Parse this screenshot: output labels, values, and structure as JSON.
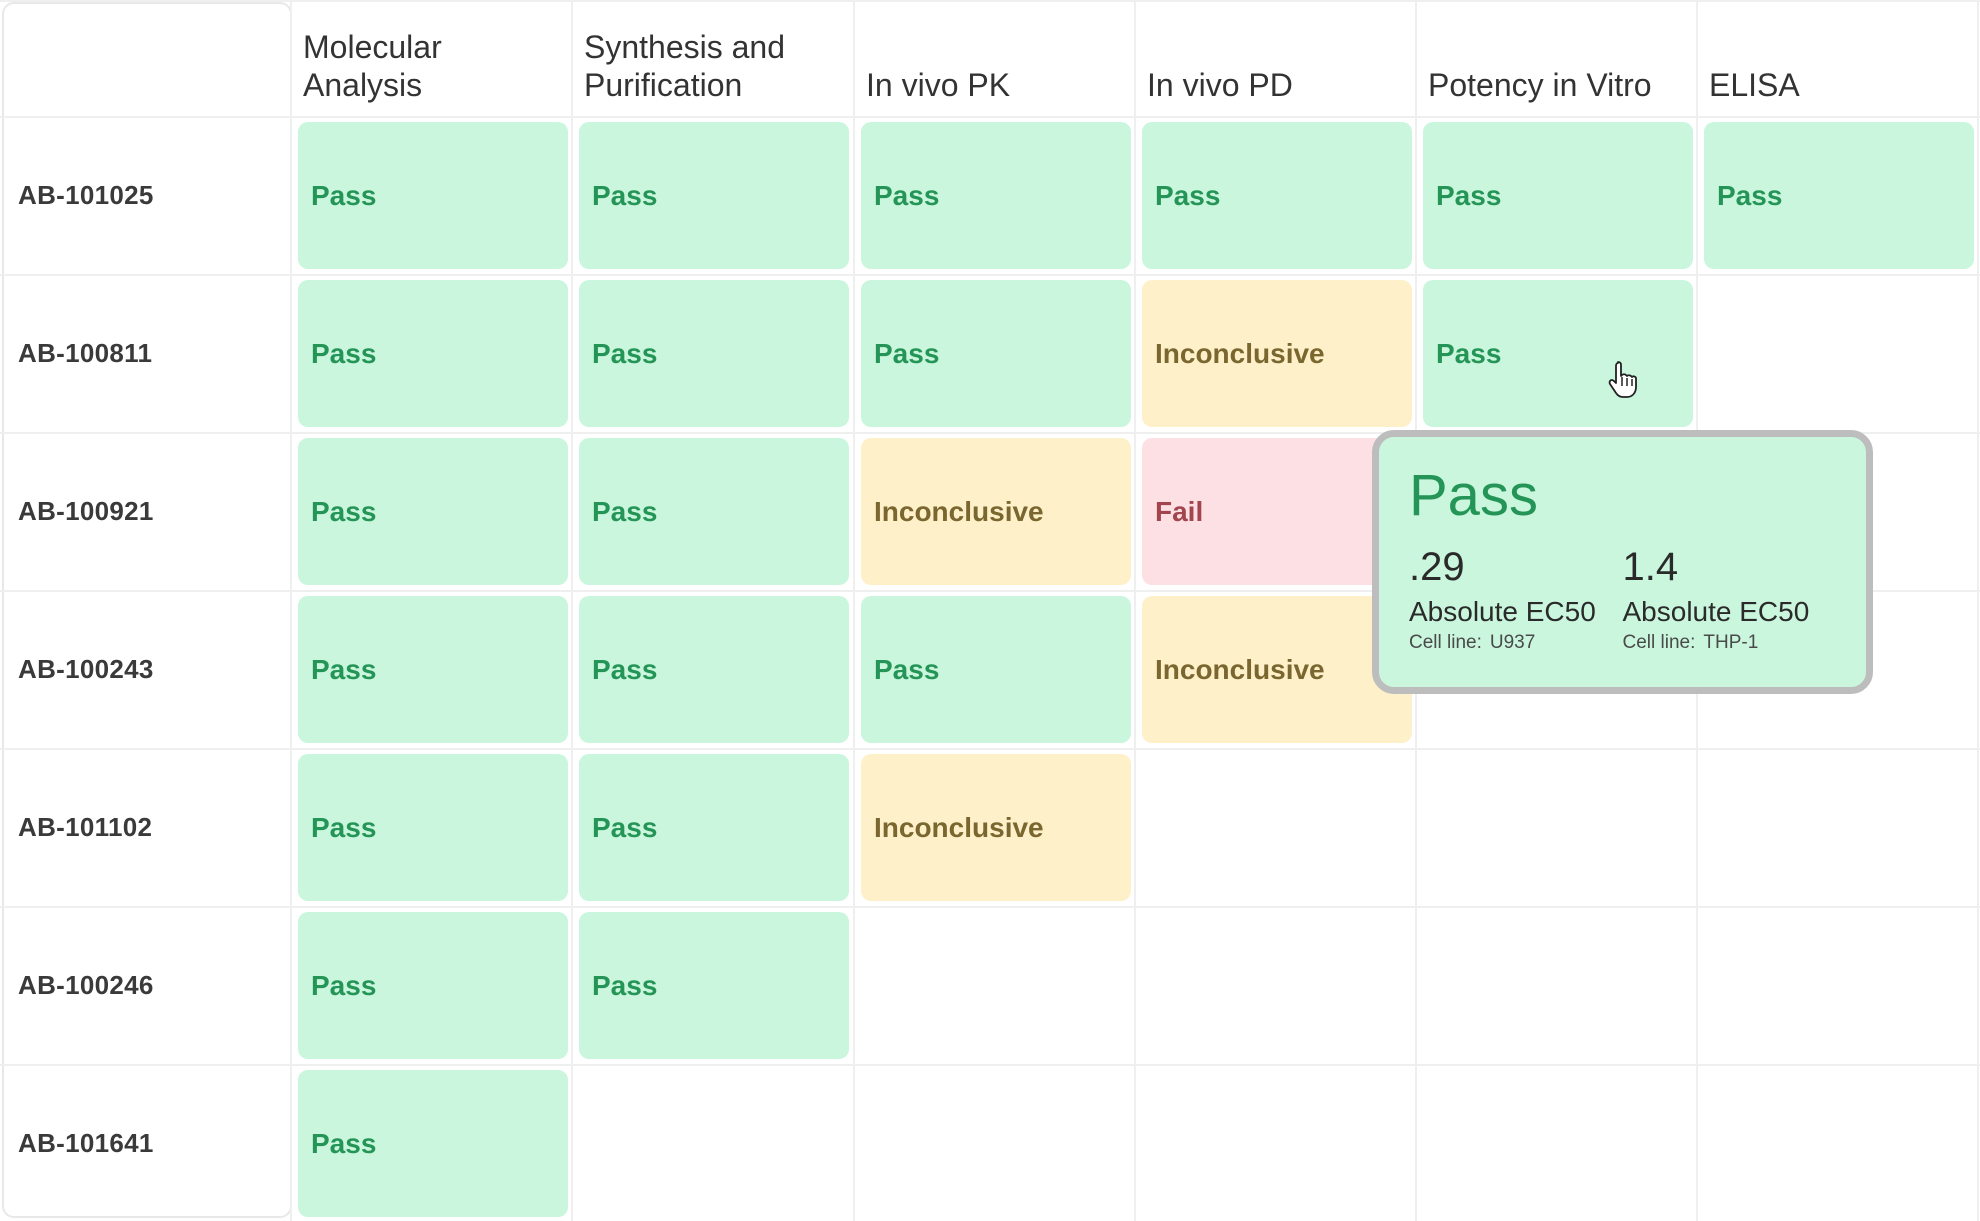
{
  "columns": [
    "Molecular\nAnalysis",
    "Synthesis and\nPurification",
    "In vivo PK",
    "In vivo PD",
    "Potency in Vitro",
    "ELISA"
  ],
  "rows": [
    {
      "id": "AB-101025",
      "results": [
        "Pass",
        "Pass",
        "Pass",
        "Pass",
        "Pass",
        "Pass"
      ]
    },
    {
      "id": "AB-100811",
      "results": [
        "Pass",
        "Pass",
        "Pass",
        "Inconclusive",
        "Pass"
      ]
    },
    {
      "id": "AB-100921",
      "results": [
        "Pass",
        "Pass",
        "Inconclusive",
        "Fail"
      ]
    },
    {
      "id": "AB-100243",
      "results": [
        "Pass",
        "Pass",
        "Pass",
        "Inconclusive"
      ]
    },
    {
      "id": "AB-101102",
      "results": [
        "Pass",
        "Pass",
        "Inconclusive"
      ]
    },
    {
      "id": "AB-100246",
      "results": [
        "Pass",
        "Pass"
      ]
    },
    {
      "id": "AB-101641",
      "results": [
        "Pass"
      ]
    }
  ],
  "status_colors": {
    "Pass": {
      "bg": "#c9f6dc",
      "fg": "#249556"
    },
    "Inconclusive": {
      "bg": "#fef0c9",
      "fg": "#7a6730"
    },
    "Fail": {
      "bg": "#fde0e4",
      "fg": "#a2454f"
    }
  },
  "tooltip": {
    "status": "Pass",
    "metrics": [
      {
        "value": ".29",
        "label": "Absolute EC50",
        "cell_line_label": "Cell line:",
        "cell_line": "U937"
      },
      {
        "value": "1.4",
        "label": "Absolute EC50",
        "cell_line_label": "Cell line:",
        "cell_line": "THP-1"
      }
    ]
  },
  "cursor": {
    "icon": "hand-pointer-icon"
  }
}
